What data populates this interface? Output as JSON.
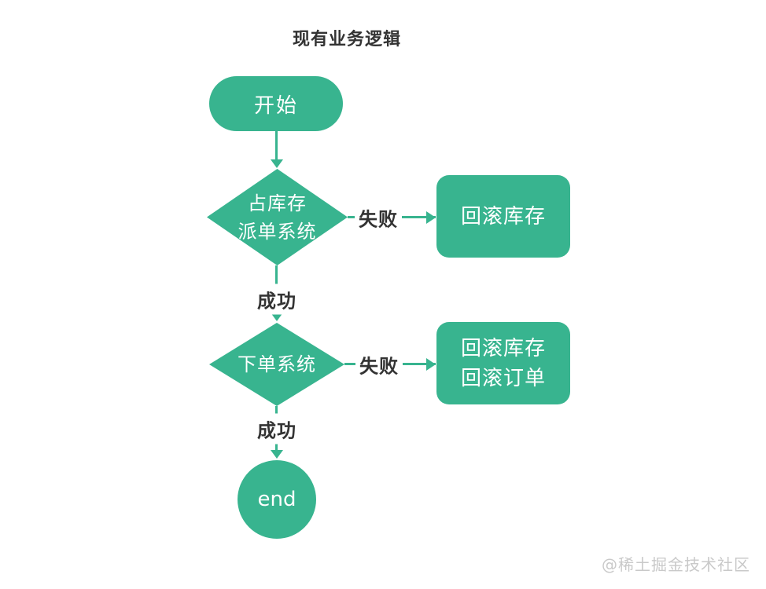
{
  "title": "现有业务逻辑",
  "nodes": {
    "start": "开始",
    "decision1": [
      "占库存",
      "派单系统"
    ],
    "rollback1": "回滚库存",
    "decision2": "下单系统",
    "rollback2": [
      "回滚库存",
      "回滚订单"
    ],
    "end": "end"
  },
  "edges": {
    "decision1_fail": "失败",
    "decision1_success": "成功",
    "decision2_fail": "失败",
    "decision2_success": "成功"
  },
  "watermark": "@稀土掘金技术社区",
  "colors": {
    "shape": "#38b48f",
    "shape_text": "#ffffff",
    "label_text": "#333333",
    "watermark": "#c9c9c9"
  }
}
